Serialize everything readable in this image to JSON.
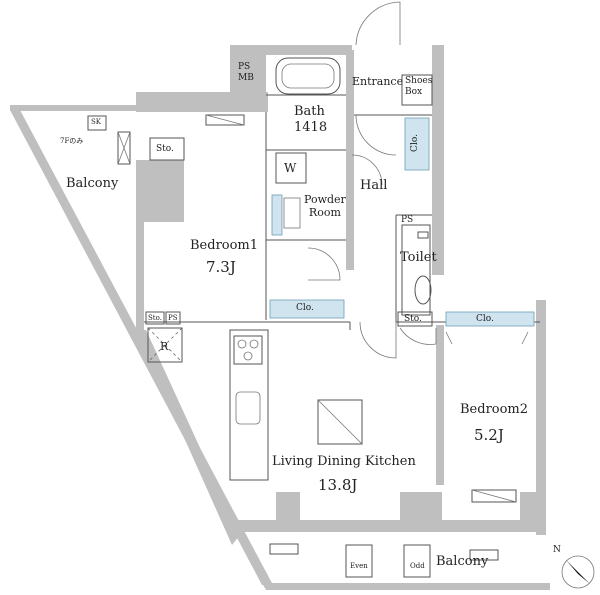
{
  "rooms": {
    "balcony_top": "Balcony",
    "balcony_bottom": "Balcony",
    "bedroom1": "Bedroom1",
    "bedroom1_size": "7.3J",
    "bedroom2": "Bedroom2",
    "bedroom2_size": "5.2J",
    "ldk": "Living Dining Kitchen",
    "ldk_size": "13.8J",
    "bath": "Bath",
    "bath_size": "1418",
    "powder_room": "Powder\nRoom",
    "hall": "Hall",
    "toilet": "Toilet",
    "entrance": "Entrance"
  },
  "fixtures": {
    "ps_mb": "PS\nMB",
    "shoes_box": "Shoes\nBox",
    "sk": "SK",
    "seven_f_only": "7Fのみ",
    "sto": "Sto.",
    "clo": "Clo.",
    "ps": "PS",
    "w": "W",
    "r": "R",
    "even": "Even",
    "odd": "Odd",
    "north": "N"
  }
}
